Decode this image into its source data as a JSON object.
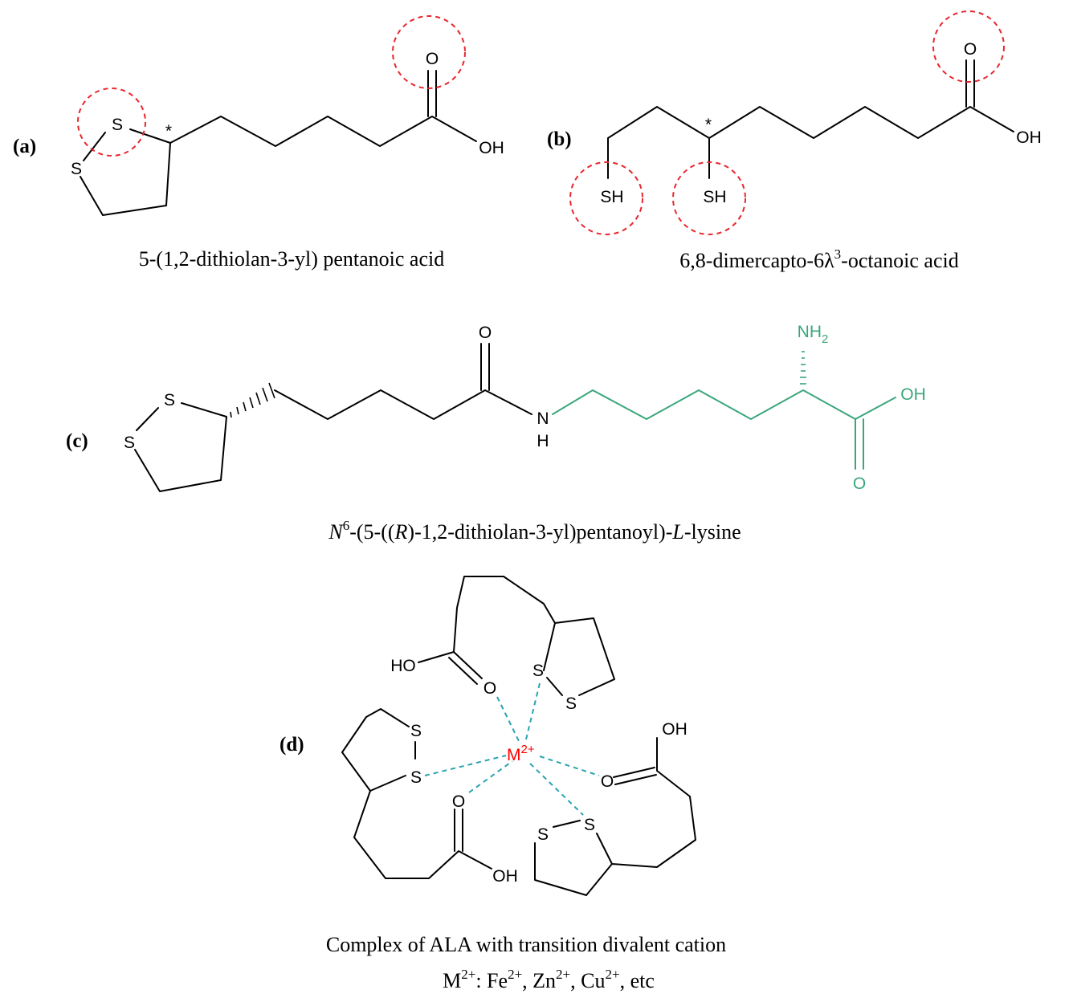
{
  "panels": {
    "a": {
      "label": "(a)",
      "caption": "5-(1,2-dithiolan-3-yl) pentanoic acid",
      "atoms": {
        "s1": "S",
        "s2": "S",
        "o": "O",
        "oh": "OH",
        "star": "*"
      }
    },
    "b": {
      "label": "(b)",
      "caption_pre": "6,8-dimercapto-6λ",
      "caption_sup": "3",
      "caption_post": "-octanoic acid",
      "atoms": {
        "sh1": "SH",
        "sh2": "SH",
        "o": "O",
        "oh": "OH",
        "star": "*"
      }
    },
    "c": {
      "label": "(c)",
      "caption_n": "N",
      "caption_sup": "6",
      "caption_mid1": "-(5-((",
      "caption_r": "R",
      "caption_mid2": ")-1,2-dithiolan-3-yl)pentanoyl)-",
      "caption_l": "L",
      "caption_end": "-lysine",
      "atoms": {
        "s1": "S",
        "s2": "S",
        "o_amide": "O",
        "n": "N",
        "h": "H",
        "nh2_n": "NH",
        "nh2_sub": "2",
        "oh": "OH",
        "o_acid": "O"
      }
    },
    "d": {
      "label": "(d)",
      "caption_line1": "Complex of ALA with transition divalent cation",
      "caption_line2": {
        "m": "M",
        "m_sup": "2+",
        "sep": ": Fe",
        "fe_sup": "2+",
        "zn": ", Zn",
        "zn_sup": "2+",
        "cu": ",  Cu",
        "cu_sup": "2+",
        "etc": ", etc"
      },
      "atoms": {
        "metal": "M",
        "metal_sup": "2+",
        "ho_top": "HO",
        "o_top": "O",
        "s_top1": "S",
        "s_top2": "S",
        "s_left1": "S",
        "s_left2": "S",
        "o_left": "O",
        "oh_left": "OH",
        "oh_right": "OH",
        "o_right": "O",
        "s_bot1": "S",
        "s_bot2": "S"
      }
    }
  },
  "colors": {
    "lysine": "#3aa77a",
    "coordination": "#2aa3b0",
    "highlight": "#e8262e",
    "metal": "#ff0000"
  }
}
